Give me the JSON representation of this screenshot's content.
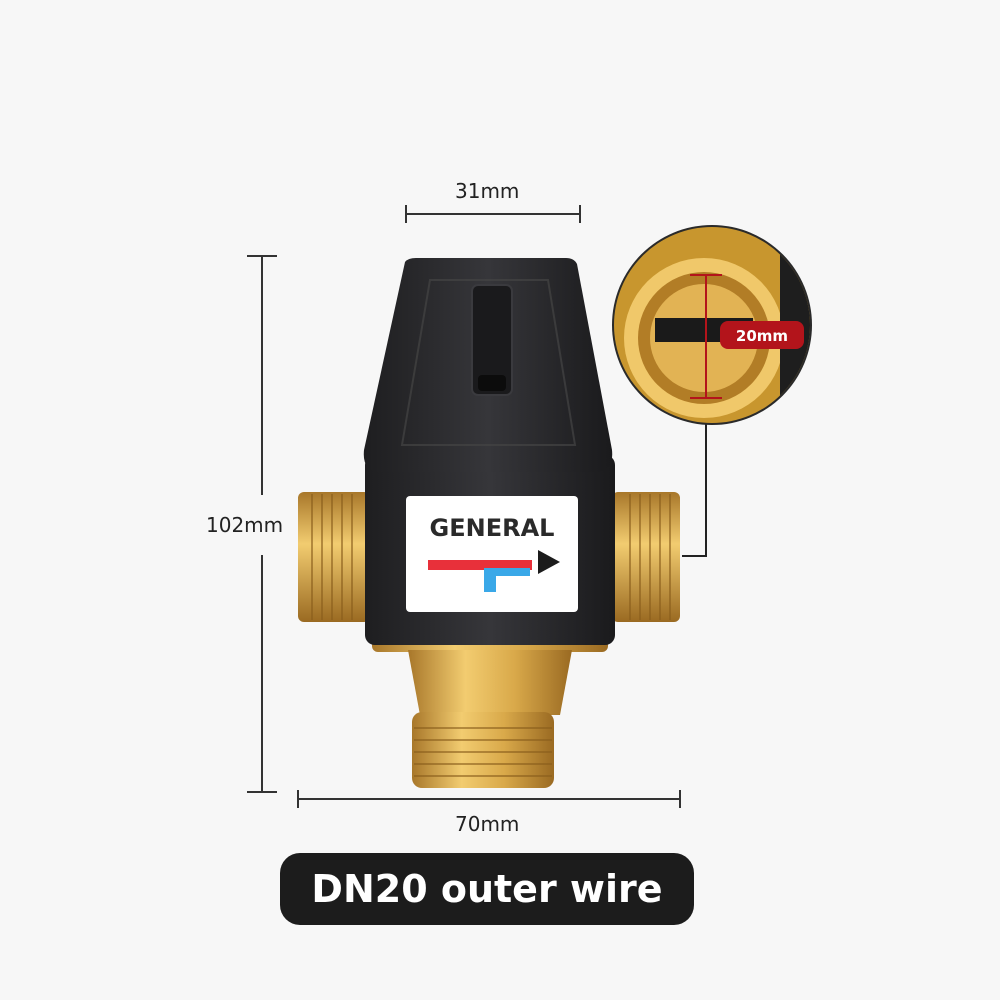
{
  "dimensions": {
    "top_width": "31mm",
    "height": "102mm",
    "bottom_width": "70mm",
    "inner_diameter": "20mm"
  },
  "label": {
    "brand": "GENERAL"
  },
  "caption": "DN20 outer wire",
  "colors": {
    "body": "#2a2a2c",
    "brass": "#d9a94a",
    "hot": "#e8303a",
    "cold": "#3aa8e8",
    "badge": "#b3141b"
  }
}
